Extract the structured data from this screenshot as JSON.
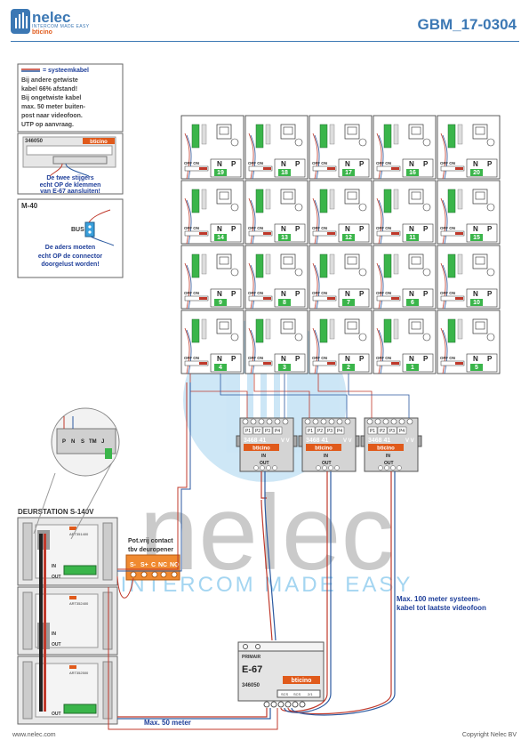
{
  "header": {
    "logo_name": "nelec",
    "logo_tagline": "INTERCOM MADE EASY",
    "brand": "bticino",
    "doc_code": "GBM_17-0304"
  },
  "legend": {
    "line1": "= systeemkabel",
    "line2": "Bij andere getwiste",
    "line3": "kabel 66% afstand!",
    "line4": "Bij ongetwiste kabel",
    "line5": "max. 50 meter buiten-",
    "line6": "post naar videofoon.",
    "line7": "UTP op aanvraag."
  },
  "e67_inset": {
    "code": "346050",
    "brand": "bticino",
    "note1": "De twee stijgers",
    "note2": "echt OP de klemmen",
    "note3": "van E-67 aansluiten!"
  },
  "m40_inset": {
    "title": "M-40",
    "bus_label": "BUS",
    "note1": "De aders moeten",
    "note2": "echt OP de connector",
    "note3": "doorgelust worden!"
  },
  "monitor_grid": {
    "off_on_label": "OFF ON",
    "n_label": "N",
    "p_label": "P",
    "rows": [
      [
        "19",
        "18",
        "17",
        "16",
        "20"
      ],
      [
        "14",
        "13",
        "12",
        "11",
        "15"
      ],
      [
        "9",
        "8",
        "7",
        "6",
        "10"
      ],
      [
        "4",
        "3",
        "2",
        "1",
        "5"
      ]
    ]
  },
  "distributors": {
    "port_labels": [
      "P1",
      "P2",
      "P3",
      "P4"
    ],
    "code": "3468 41",
    "vv_label": "V V",
    "brand": "bticino",
    "in_label": "IN",
    "out_label": "OUT",
    "count": 3
  },
  "door_station": {
    "title": "DEURSTATION S-140V",
    "in_label": "IN",
    "out_label": "OUT",
    "article_codes": [
      "ART351400",
      "ART352400",
      "ART352500"
    ],
    "zoom_labels": [
      "P",
      "N",
      "S",
      "TM",
      "J"
    ]
  },
  "relay": {
    "title1": "Pot.vrij contact",
    "title2": "tbv deuropener",
    "terminals": [
      "S-",
      "S+",
      "C",
      "NC",
      "NO"
    ]
  },
  "watermark": {
    "word": "nelec",
    "tagline": "INTERCOM MADE EASY"
  },
  "cable_notes": {
    "long": "Max. 100 meter systeem-",
    "long2": "kabel tot laatste videofoon",
    "short": "Max. 50 meter"
  },
  "power_supply": {
    "primary_label": "PRIMAIR",
    "model": "E-67",
    "code": "346050",
    "brand": "bticino",
    "terminals": [
      "SCS",
      "SCS",
      "2/1"
    ]
  },
  "footer": {
    "website": "www.nelec.com",
    "copyright": "Copyright Nelec BV"
  },
  "colors": {
    "brand_blue": "#3c78b4",
    "bticino_orange": "#e05a1b",
    "green": "#3ab54a",
    "cable_red": "#c0392b",
    "cable_blue": "#2c5aa0",
    "relay_orange": "#f08a30"
  }
}
